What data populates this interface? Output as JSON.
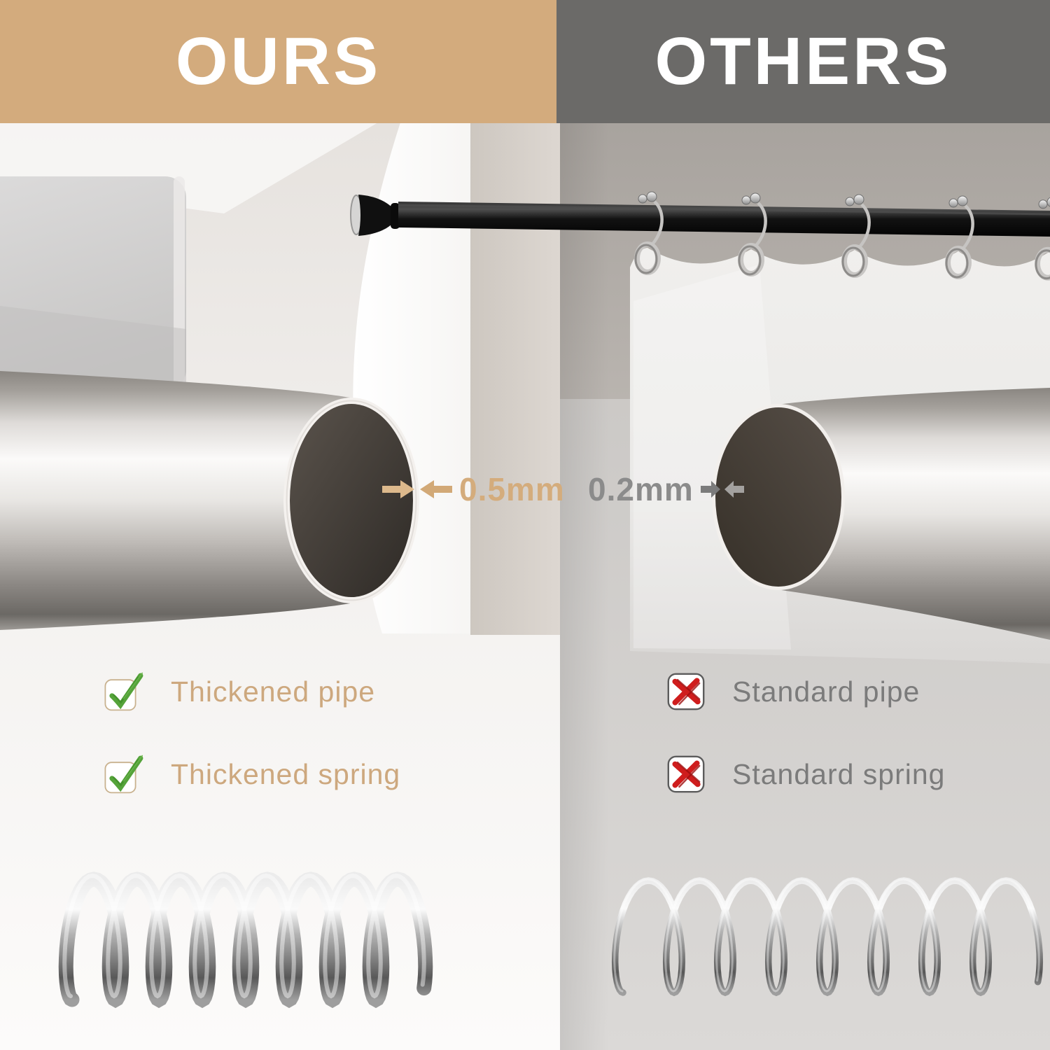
{
  "headers": {
    "ours": "OURS",
    "others": "OTHERS"
  },
  "measurements": {
    "ours": "0.5mm",
    "others": "0.2mm"
  },
  "features": {
    "ours": [
      {
        "icon": "check-icon",
        "label": "Thickened pipe"
      },
      {
        "icon": "check-icon",
        "label": "Thickened spring"
      }
    ],
    "others": [
      {
        "icon": "cross-icon",
        "label": "Standard pipe"
      },
      {
        "icon": "cross-icon",
        "label": "Standard spring"
      }
    ]
  },
  "colors": {
    "accent_tan": "#d3ab7d",
    "accent_gray": "#6b6a68",
    "tan_text": "#cda87e",
    "gray_text": "#7b7b7b",
    "check_green": "#55a33a",
    "cross_red": "#cf1d1d"
  }
}
